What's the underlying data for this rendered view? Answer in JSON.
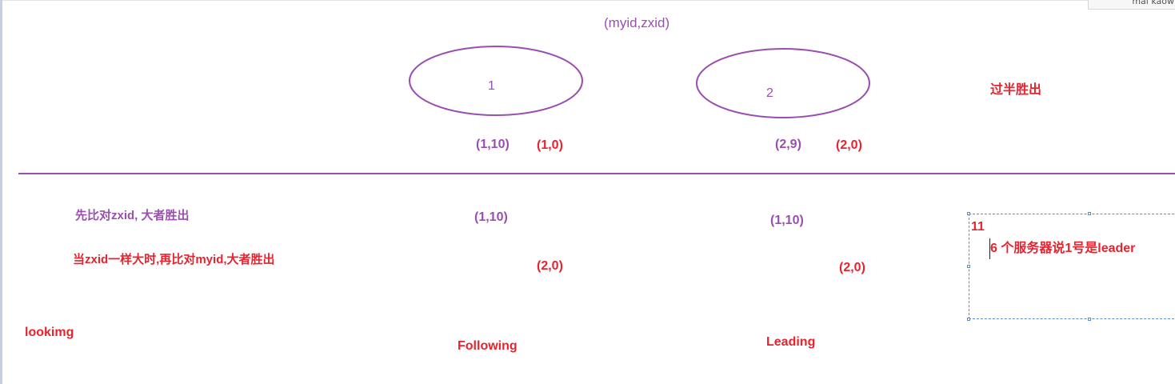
{
  "header_label": "(myid,zxid)",
  "nodes": [
    {
      "id": "1",
      "vote_own": "(1,10)",
      "vote_red": "(1,0)",
      "after_vote": "(1,10)",
      "after_red": "(2,0)",
      "state": "Following"
    },
    {
      "id": "2",
      "vote_own": "(2,9)",
      "vote_red": "(2,0)",
      "after_vote": "(1,10)",
      "after_red": "(2,0)",
      "state": "Leading"
    }
  ],
  "notes": {
    "majority": "过半胜出",
    "rule_zxid": "先比对zxid, 大者胜出",
    "rule_myid": "当zxid一样大时,再比对myid,大者胜出",
    "looking": "lookimg"
  },
  "textbox": {
    "number": "11",
    "message": "6 个服务器说1号是leader"
  },
  "corner_tab_text": "mal kaow",
  "colors": {
    "purple": "#9a4fb0",
    "red": "#e8232e",
    "selection": "#5d8bd1"
  }
}
